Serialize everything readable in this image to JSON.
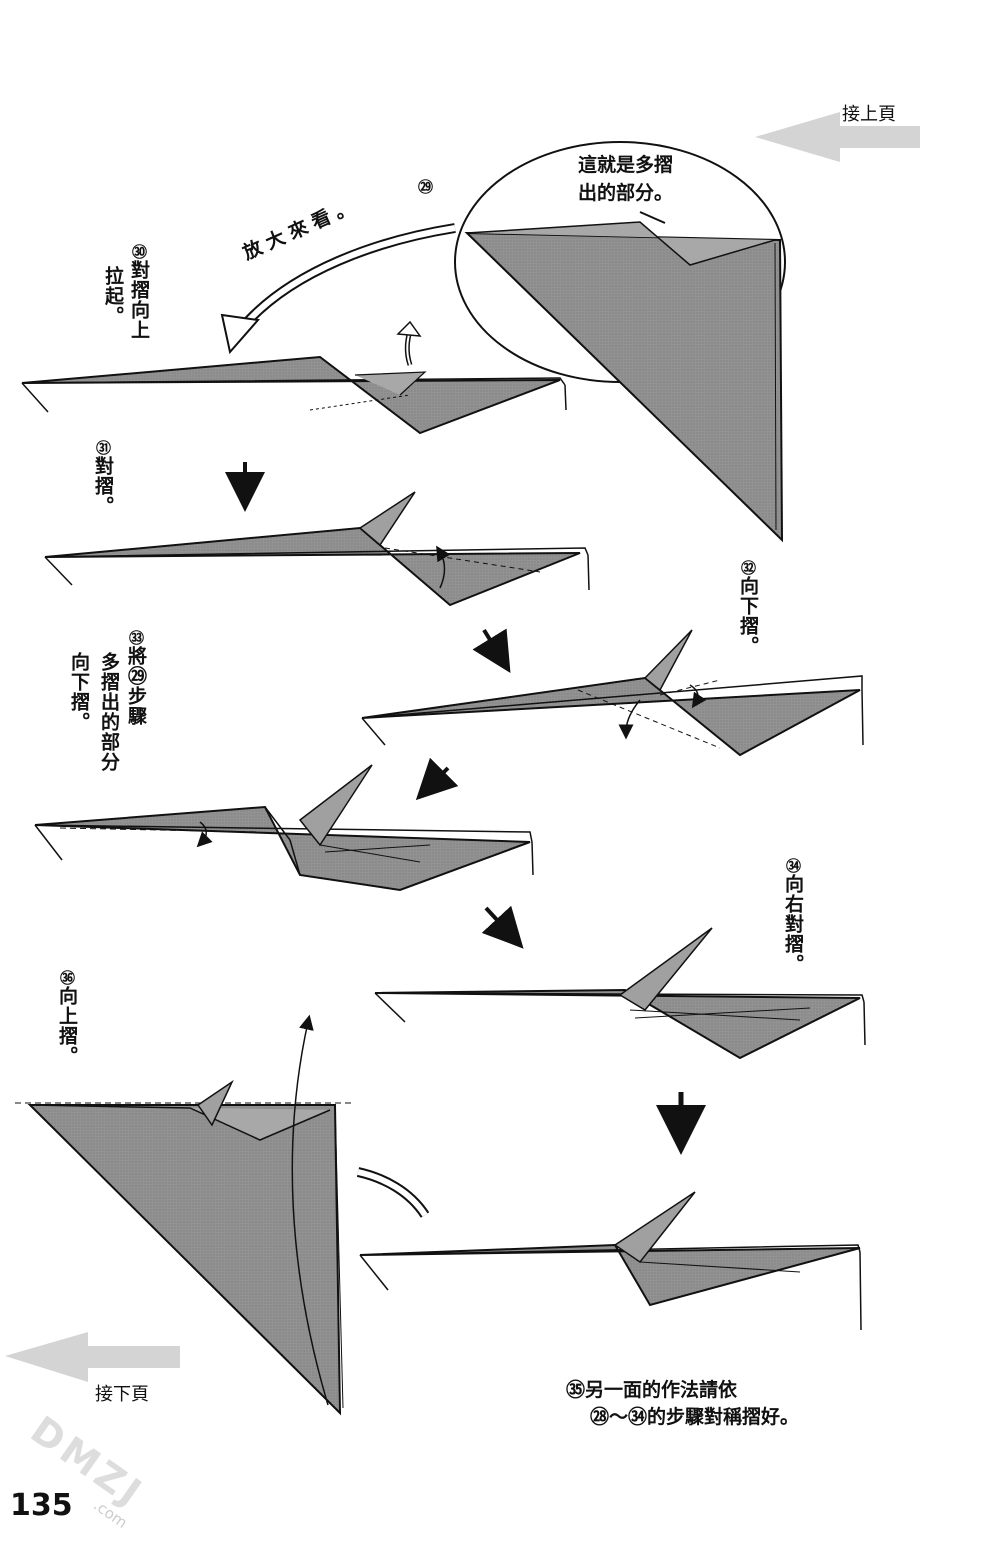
{
  "nav": {
    "prev_label": "接上頁",
    "next_label": "接下頁"
  },
  "page_number": "135",
  "watermark": "DMZJ",
  "watermark_sub": ".com",
  "steps": {
    "s29": {
      "num": "㉙",
      "callout_line1": "這就是多摺",
      "callout_line2": "出的部分。",
      "zoom_label": "放大來看。"
    },
    "s30": {
      "num": "㉚",
      "col1": "對摺向上",
      "col2": "拉起。"
    },
    "s31": {
      "num": "㉛",
      "text": "對摺。"
    },
    "s32": {
      "num": "㉜",
      "text": "向下摺。"
    },
    "s33": {
      "num": "㉝",
      "col1": "將㉙步驟",
      "col2": "多摺出的部分",
      "col3": "向下摺。"
    },
    "s34": {
      "num": "㉞",
      "text": "向右對摺。"
    },
    "s35": {
      "line1": "㉟另一面的作法請依",
      "line2": "㉘～㉞的步驟對稱摺好。"
    },
    "s36": {
      "num": "㊱",
      "text": "向上摺。"
    }
  },
  "colors": {
    "paper": "#8f8f8f",
    "line": "#111111",
    "arrow_gray": "#d4d4d4"
  }
}
